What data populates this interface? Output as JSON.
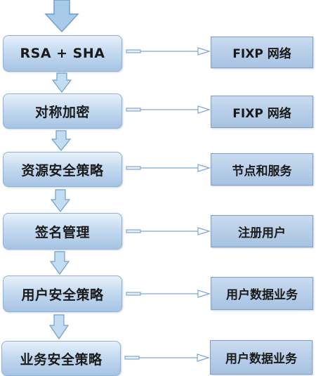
{
  "steps": [
    {
      "label": "RSA + SHA"
    },
    {
      "label": "对称加密"
    },
    {
      "label": "资源安全策略"
    },
    {
      "label": "签名管理"
    },
    {
      "label": "用户安全策略"
    },
    {
      "label": "业务安全策略"
    }
  ],
  "targets": [
    {
      "label": "FIXP 网络"
    },
    {
      "label": "FIXP 网络"
    },
    {
      "label": "节点和服务"
    },
    {
      "label": "注册用户"
    },
    {
      "label": "用户数据业务"
    },
    {
      "label": "用户数据业务"
    }
  ],
  "colors": {
    "step_fill": "#c5daf0",
    "step_border": "#8eb2d8",
    "target_fill": "#a7c2e2",
    "target_border": "#7f9fc4",
    "arrow_fill": "#a9cbea",
    "arrow_stroke": "#6f9fcc",
    "connector": "#7fa6d2"
  }
}
